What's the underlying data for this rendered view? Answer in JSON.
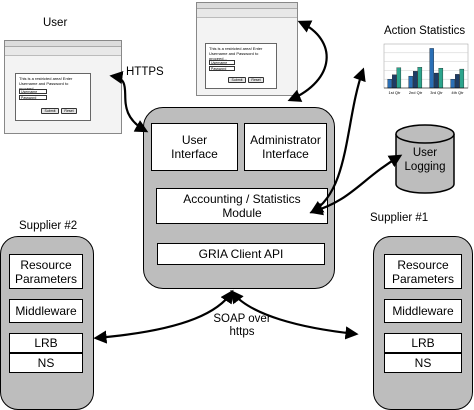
{
  "labels": {
    "user": "User",
    "https": "HTTPS",
    "action_statistics": "Action Statistics",
    "user_logging": "User\nLogging",
    "supplier2": "Supplier #2",
    "supplier1": "Supplier #1",
    "soap": "SOAP over\nhttps"
  },
  "client": {
    "user_interface": "User\nInterface",
    "admin_interface": "Administrator\nInterface",
    "accounting": "Accounting / Statistics\nModule",
    "api": "GRIA Client API"
  },
  "supplier2_boxes": [
    "Resource\nParameters",
    "Middleware",
    "LRB",
    "NS"
  ],
  "supplier1_boxes": [
    "Resource\nParameters",
    "Middleware",
    "LRB",
    "NS"
  ],
  "login_dialog": {
    "message": "This is a restricted area! Enter Username and Password to proceed...",
    "username": "Username",
    "password": "Password",
    "submit": "Submit",
    "reset": "Reset"
  },
  "chart_data": {
    "type": "bar",
    "categories": [
      "1st Qtr",
      "2nd Qtr",
      "3rd Qtr",
      "4th Qtr"
    ],
    "series": [
      {
        "values": [
          20,
          27,
          90,
          20
        ]
      },
      {
        "values": [
          30,
          38,
          34,
          31
        ]
      },
      {
        "values": [
          46,
          47,
          45,
          43
        ]
      }
    ],
    "ylim": [
      0,
      100
    ],
    "colors": [
      "#2a6fb6",
      "#1d3c66",
      "#2ca58d"
    ],
    "grid": true
  }
}
